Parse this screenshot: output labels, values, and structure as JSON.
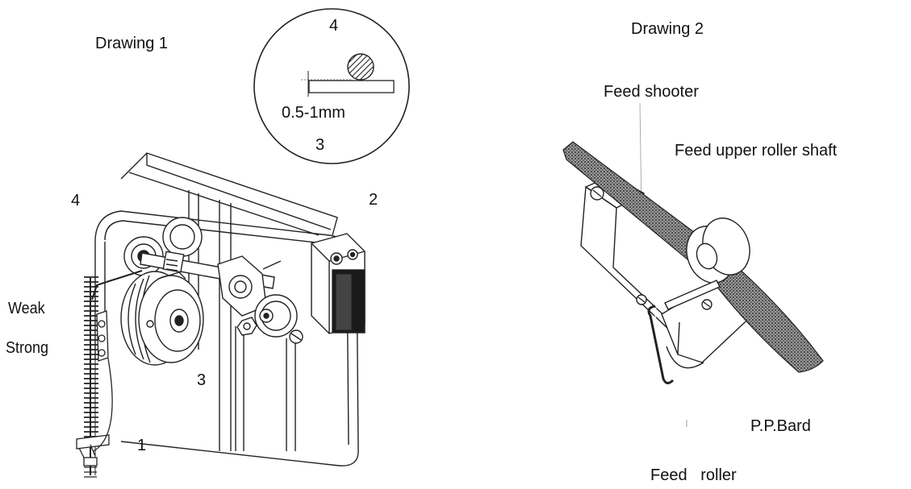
{
  "drawing1": {
    "title": "Drawing 1",
    "detail": {
      "top_number": "4",
      "gap": "0.5-1mm",
      "bottom_number": "3"
    },
    "callouts": {
      "n4": "4",
      "n2": "2",
      "n3": "3",
      "n1": "1"
    },
    "spring": {
      "weak": "Weak",
      "strong": "Strong"
    }
  },
  "drawing2": {
    "title": "Drawing 2",
    "labels": {
      "feed_shooter": "Feed shooter",
      "upper_shaft": "Feed upper roller shaft",
      "belt": "P.P.Bard",
      "feed_roller": "Feed   roller"
    }
  }
}
